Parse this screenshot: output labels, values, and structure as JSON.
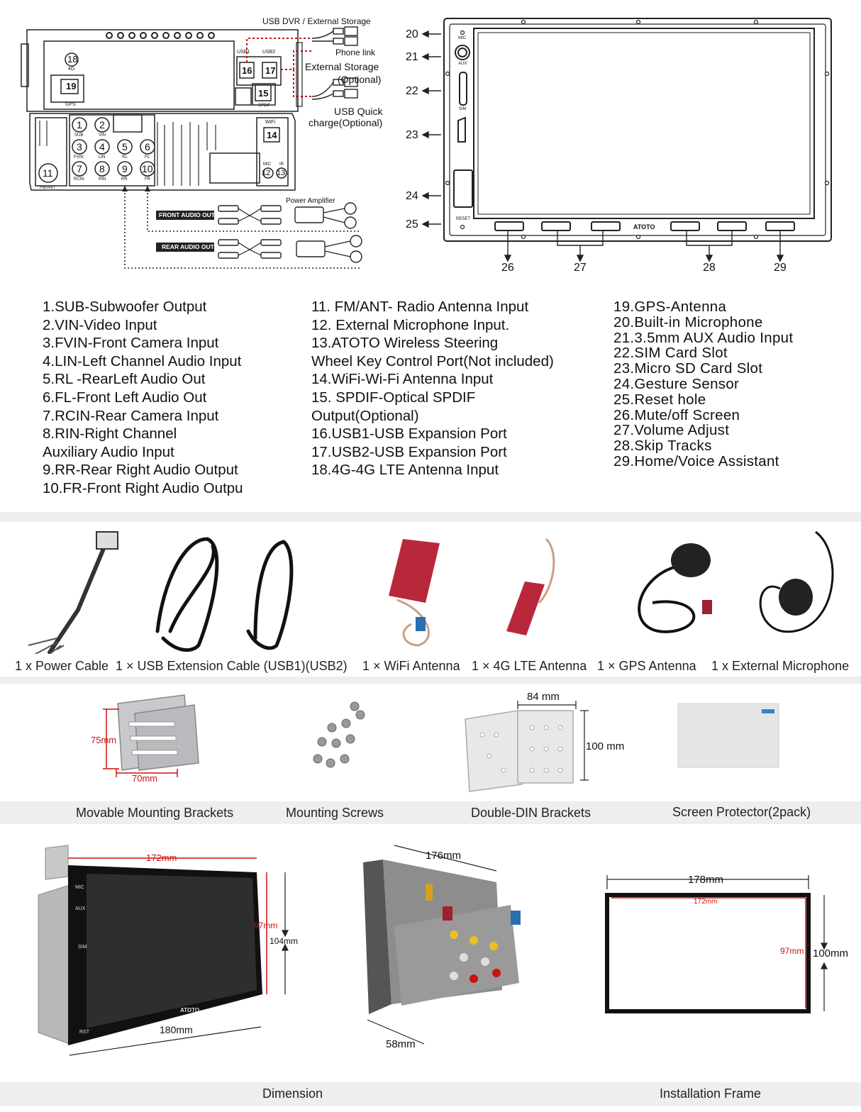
{
  "top_left_labels": {
    "usb_dvr": "USB DVR / External Storage",
    "phone_link": "Phone link",
    "external_storage": "External Storage",
    "optional_1": "(Optional)",
    "usb_quick": "USB Quick",
    "charge_optional": "charge(Optional)",
    "power_amplifier": "Power Amplifier",
    "front_audio_out": "FRONT AUDIO OUT",
    "rear_audio_out": "REAR AUDIO OUT",
    "port_numbers": [
      "18",
      "19",
      "16",
      "17",
      "15",
      "14",
      "1",
      "2",
      "3",
      "4",
      "5",
      "6",
      "7",
      "8",
      "9",
      "10",
      "11",
      "12",
      "13"
    ],
    "small_labels": {
      "4g": "4G",
      "gps": "GPS",
      "usb1": "USB1",
      "usb2": "USB2",
      "spdif": "SPDIF",
      "wifi": "WiFi",
      "sub": "SUB",
      "vin": "VIN",
      "fvin": "FVIN",
      "lin": "LIN",
      "rl": "RL",
      "fl": "FL",
      "rcin": "RCIN",
      "rin": "RIN",
      "rr": "RR",
      "fr": "FR",
      "mic": "MIC",
      "ir": "IR",
      "fmant": "FM/ANT"
    }
  },
  "front_panel": {
    "callouts": [
      "20",
      "21",
      "22",
      "23",
      "24",
      "25",
      "26",
      "27",
      "28",
      "29"
    ],
    "mic": "MIC",
    "aux": "AUX",
    "sim": "SIM",
    "reset": "RESET",
    "brand": "ATOTO"
  },
  "legend": {
    "col1": [
      "1.SUB-Subwoofer Output",
      "2.VIN-Video Input",
      "3.FVIN-Front Camera Input",
      "4.LIN-Left Channel Audio Input",
      "5.RL -RearLeft Audio Out",
      "6.FL-Front Left Audio Out",
      "7.RCIN-Rear Camera Input",
      "8.RIN-Right Channel",
      "Auxiliary Audio Input",
      "9.RR-Rear Right Audio Output",
      "10.FR-Front Right Audio Outpu"
    ],
    "col2": [
      "11. FM/ANT- Radio Antenna Input",
      "12. External Microphone Input.",
      "13.ATOTO Wireless Steering",
      "Wheel Key Control Port(Not included)",
      "14.WiFi-Wi-Fi Antenna Input",
      "15. SPDIF-Optical SPDIF",
      "Output(Optional)",
      "16.USB1-USB Expansion Port",
      "17.USB2-USB Expansion Port",
      "18.4G-4G LTE Antenna Input"
    ],
    "col3": [
      "19.GPS-Antenna",
      "20.Built-in Microphone",
      "21.3.5mm AUX Audio Input",
      "22.SIM Card Slot",
      "23.Micro SD Card Slot",
      "24.Gesture Sensor",
      "25.Reset hole",
      "26.Mute/off Screen",
      "27.Volume Adjust",
      "28.Skip Tracks",
      "29.Home/Voice Assistant"
    ]
  },
  "accessories": {
    "power_cable": "1 x Power Cable",
    "usb_cable": "1 × USB Extension Cable (USB1)(USB2)",
    "wifi_antenna": "1 × WiFi Antenna",
    "lte_antenna": "1 × 4G LTE Antenna",
    "gps_antenna": "1 × GPS Antenna",
    "microphone": "1 x External Microphone"
  },
  "mounting": {
    "movable_brackets": "Movable Mounting Brackets",
    "screws": "Mounting Screws",
    "double_din": "Double-DIN Brackets",
    "protector": "Screen Protector(2pack)",
    "bracket_75": "75mm",
    "bracket_70": "70mm",
    "din_84": "84 mm",
    "din_100": "100 mm"
  },
  "dimensions": {
    "front_172": "172mm",
    "front_97": "97mm",
    "front_104": "104mm",
    "front_180": "180mm",
    "side_176": "176mm",
    "side_58": "58mm",
    "frame_178": "178mm",
    "frame_172": "172mm",
    "frame_97": "97mm",
    "frame_100": "100mm",
    "unit_mic": "MIC",
    "unit_aux": "AUX",
    "unit_sim": "SIM",
    "unit_rst": "RST",
    "unit_brand": "ATOTO",
    "caption_dimension": "Dimension",
    "caption_frame": "Installation Frame"
  },
  "colors": {
    "band": "#eeeeee",
    "red_dim": "#cc1111",
    "antenna_red": "#b8283a"
  }
}
